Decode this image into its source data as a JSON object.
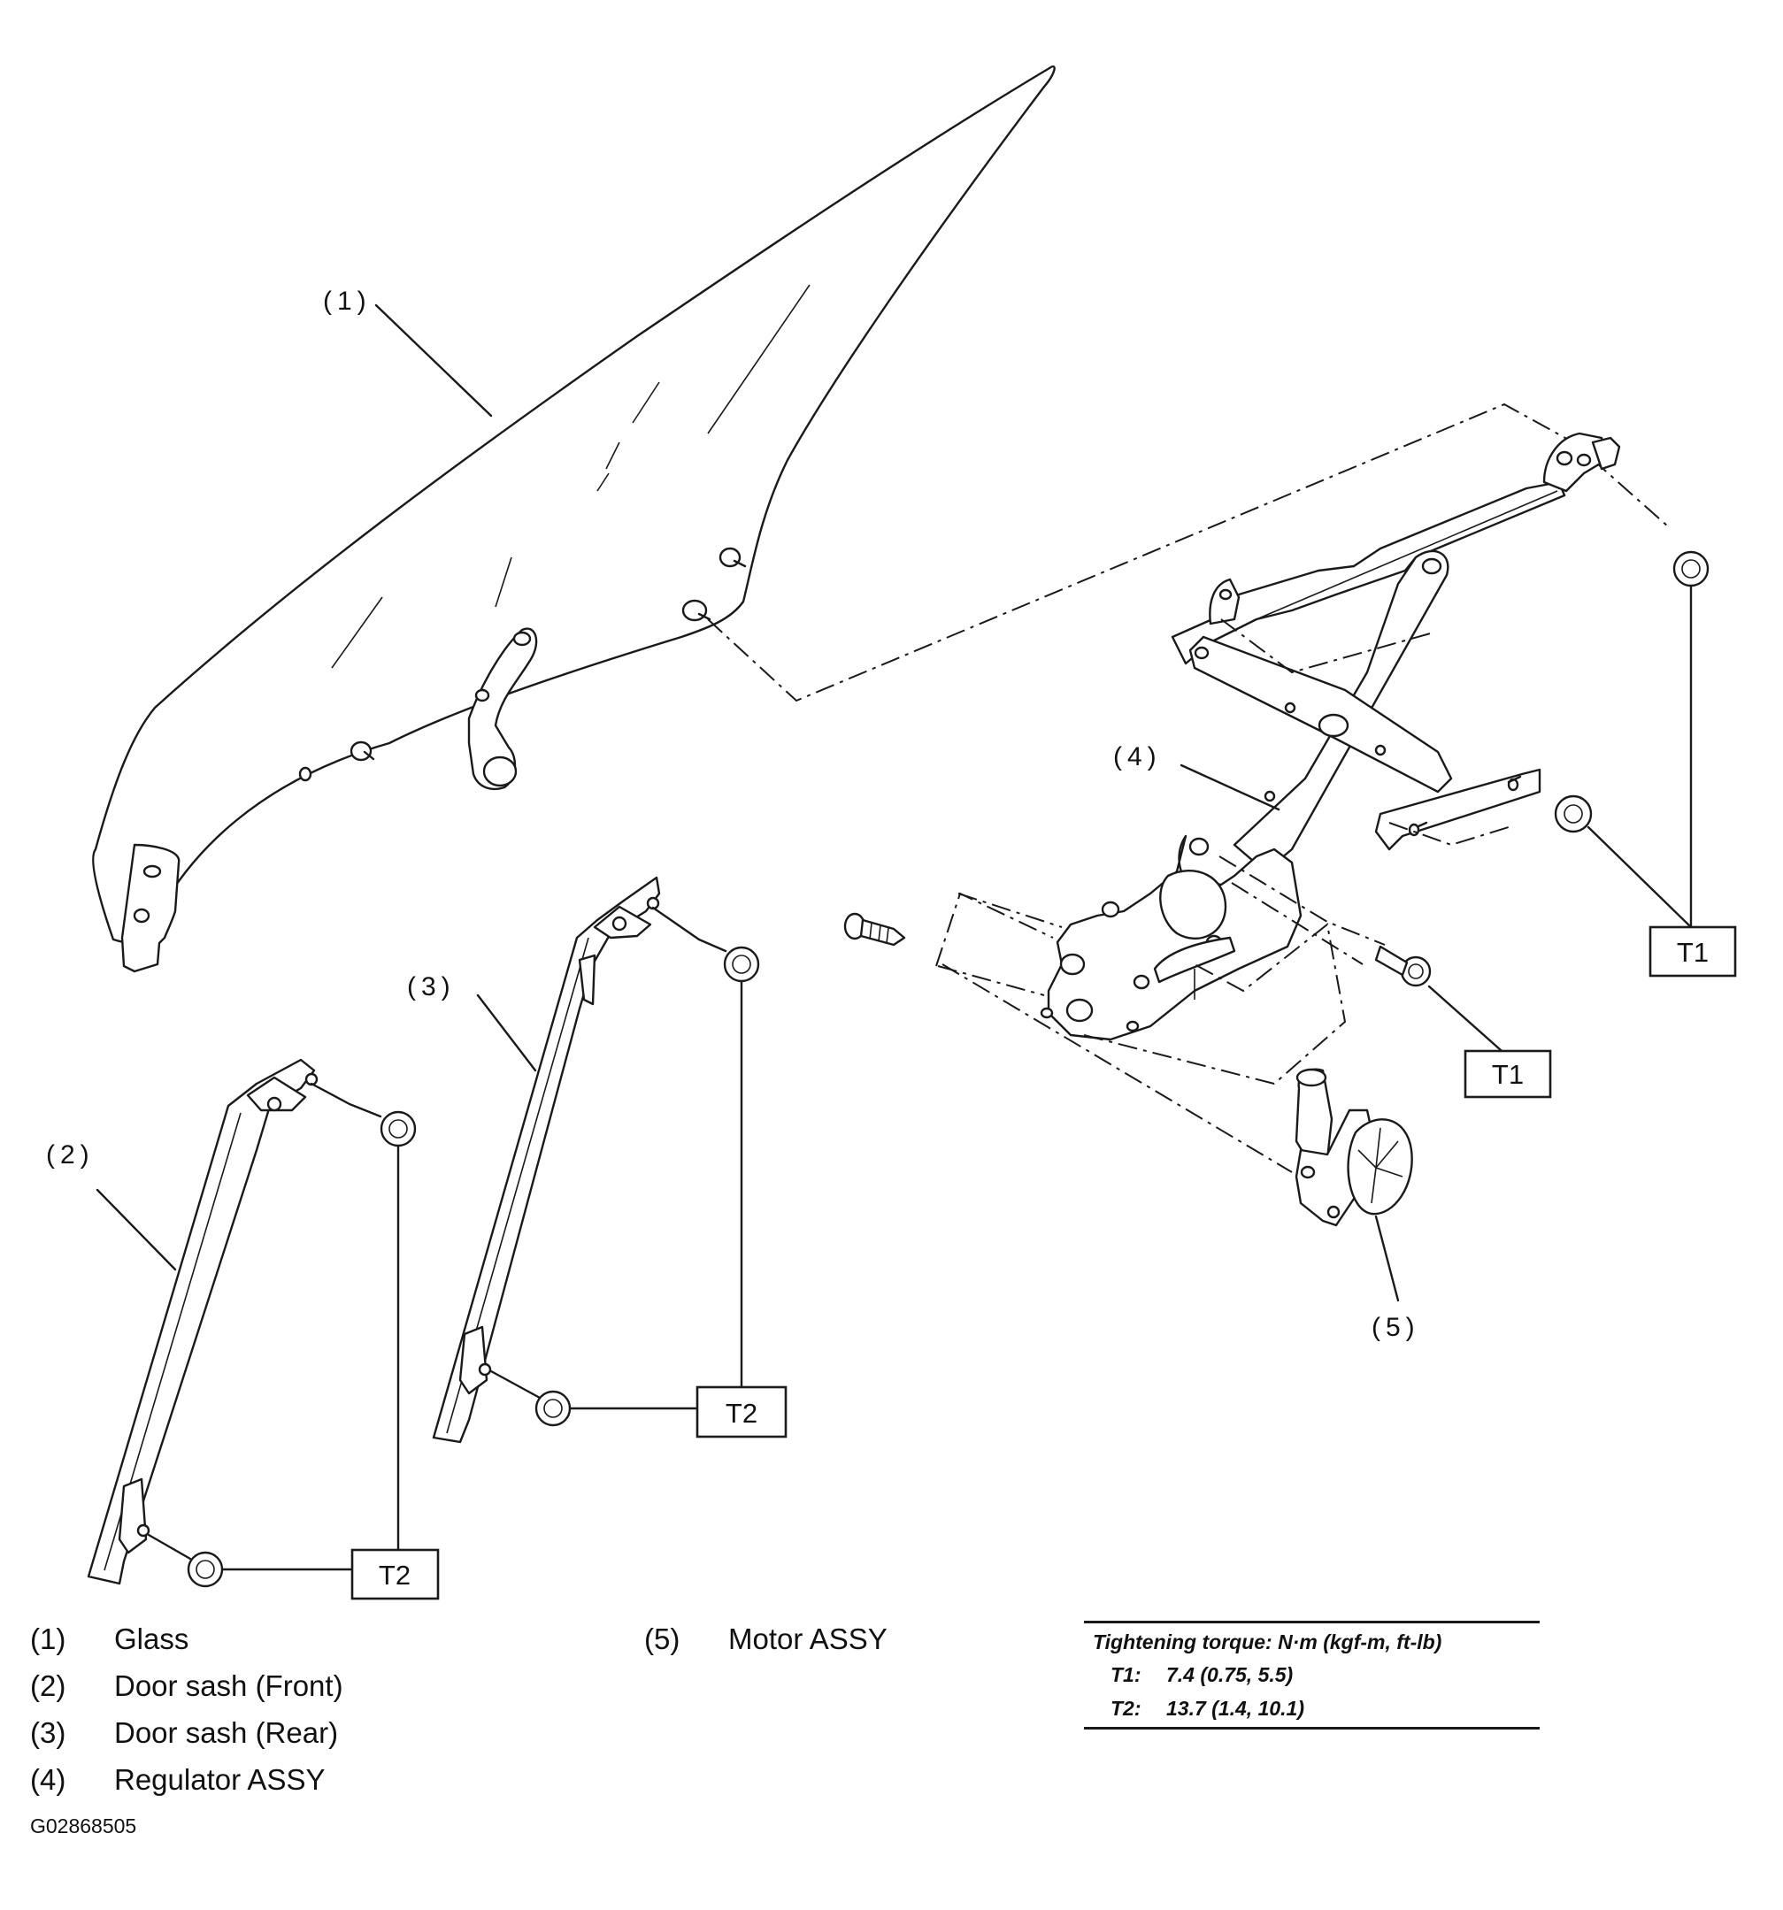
{
  "callouts": {
    "c1": "(1)",
    "c2": "(2)",
    "c3": "(3)",
    "c4": "(4)",
    "c5": "(5)"
  },
  "torque_tags": {
    "t1_upper": "T1",
    "t1_lower": "T1",
    "t2_rear": "T2",
    "t2_front": "T2"
  },
  "legend": {
    "left": [
      {
        "num": "(1)",
        "label": "Glass"
      },
      {
        "num": "(2)",
        "label": "Door sash (Front)"
      },
      {
        "num": "(3)",
        "label": "Door sash (Rear)"
      },
      {
        "num": "(4)",
        "label": "Regulator ASSY"
      }
    ],
    "right": [
      {
        "num": "(5)",
        "label": "Motor ASSY"
      }
    ]
  },
  "torque_table": {
    "heading": "Tightening torque: N·m (kgf-m, ft-lb)",
    "specs": [
      {
        "key": "T1:",
        "value": "7.4 (0.75, 5.5)"
      },
      {
        "key": "T2:",
        "value": "13.7 (1.4, 10.1)"
      }
    ]
  },
  "figure_id": "G02868505"
}
